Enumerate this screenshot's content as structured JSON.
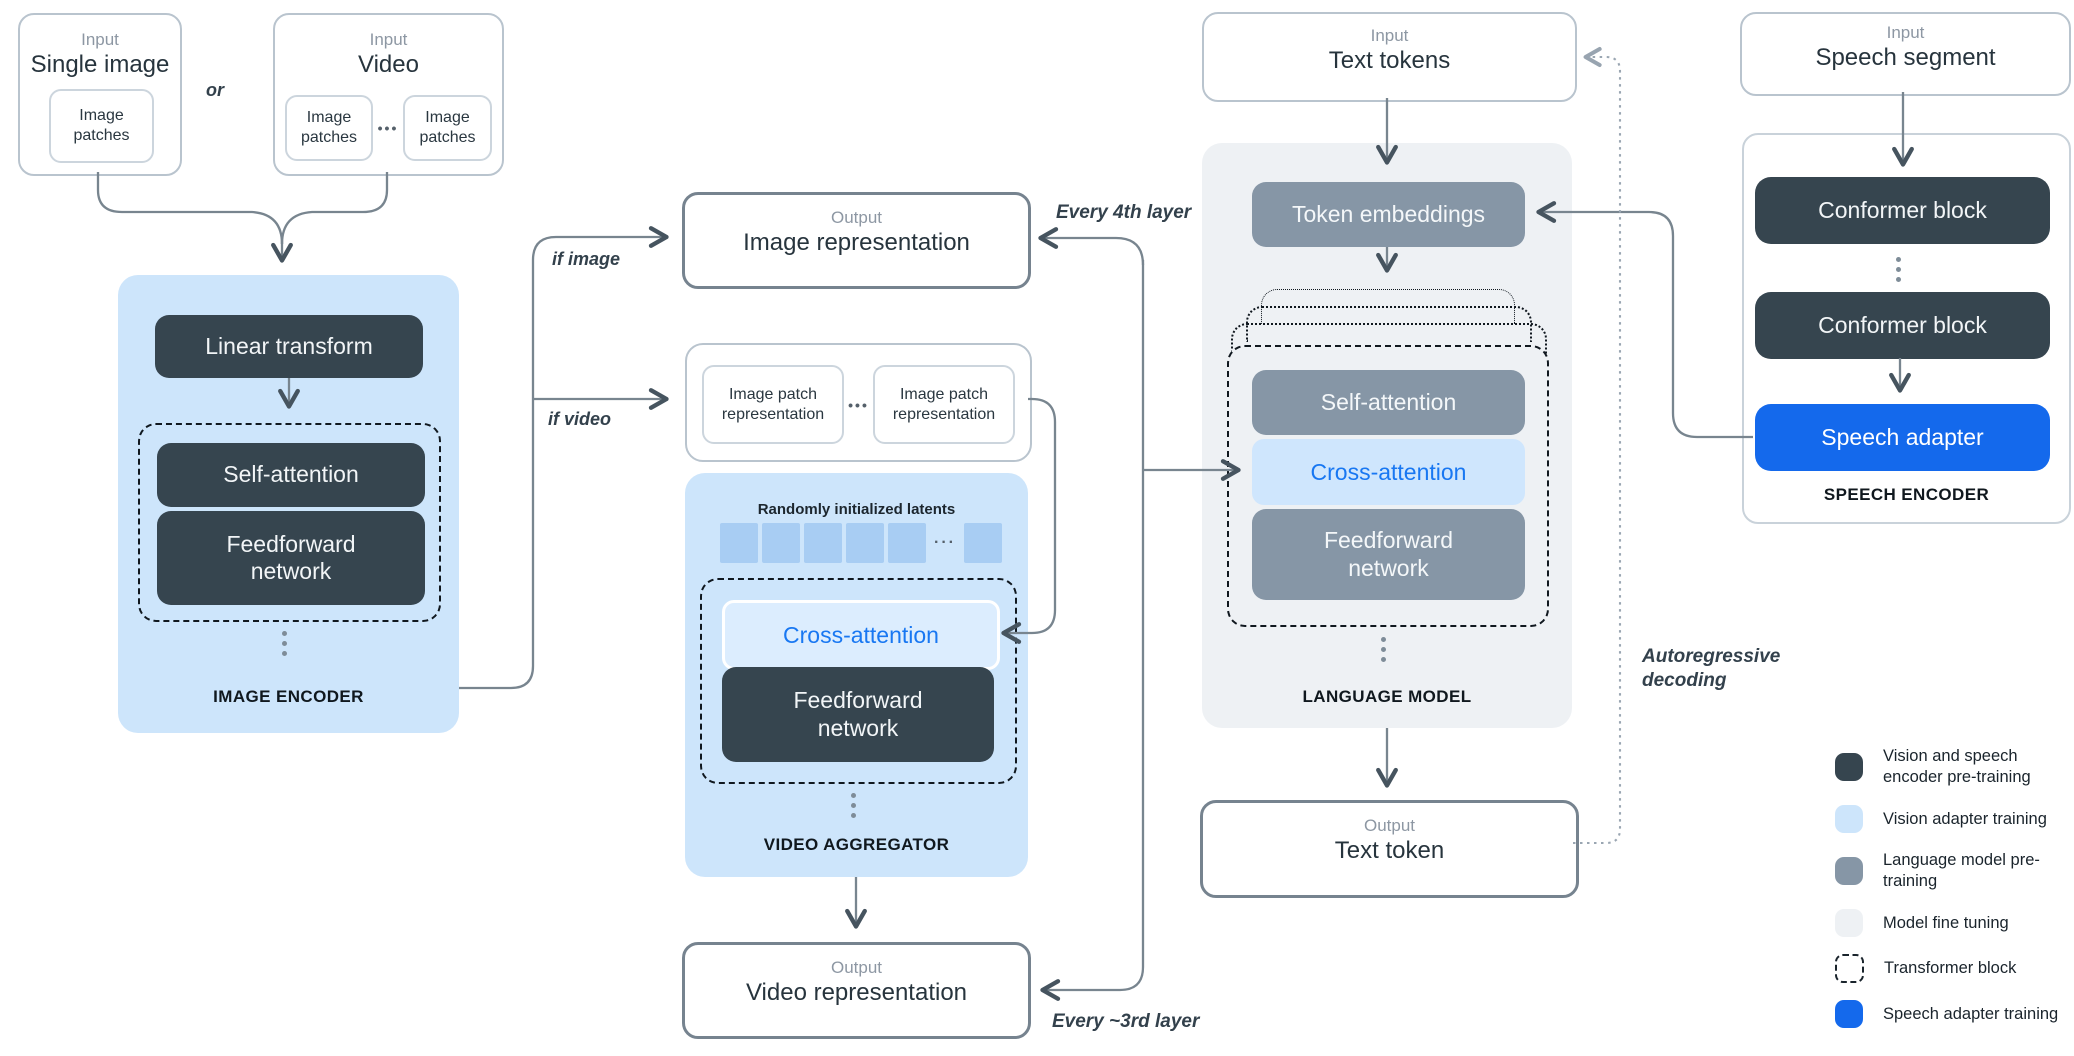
{
  "colors": {
    "encoder_dark": "#36454f",
    "language_model_gray": "#8696a6",
    "panel_blue": "#cde5fb",
    "panel_fine_tune_gray": "#eef1f4",
    "latent_blue": "#a8cdf3",
    "cross_attention_bg": "#cfe6fd",
    "speech_adapter_blue": "#1469ec",
    "blue_text": "#1877f2",
    "wire": "#78858f",
    "dotted_wire": "#9aa6b2"
  },
  "inputs": {
    "single_image": {
      "kicker": "Input",
      "title": "Single image",
      "patch": "Image patches"
    },
    "or_label": "or",
    "video": {
      "kicker": "Input",
      "title": "Video",
      "patches": [
        "Image patches",
        "Image patches"
      ],
      "ellipsis": "•••"
    },
    "text_tokens": {
      "kicker": "Input",
      "title": "Text tokens"
    },
    "speech": {
      "kicker": "Input",
      "title": "Speech segment"
    }
  },
  "image_encoder": {
    "label": "IMAGE ENCODER",
    "linear_transform": "Linear transform",
    "self_attention": "Self-attention",
    "feedforward": "Feedforward network"
  },
  "patch_representations": {
    "boxes": [
      "Image patch representation",
      "Image patch representation"
    ],
    "ellipsis": "•••"
  },
  "video_aggregator": {
    "label": "VIDEO AGGREGATOR",
    "latents_caption": "Randomly initialized latents",
    "latents_ellipsis": "···",
    "cross_attention": "Cross-attention",
    "feedforward": "Feedforward network"
  },
  "language_model": {
    "label": "LANGUAGE MODEL",
    "token_embeddings": "Token embeddings",
    "self_attention": "Self-attention",
    "cross_attention": "Cross-attention",
    "feedforward": "Feedforward network"
  },
  "speech_encoder": {
    "label": "SPEECH ENCODER",
    "conformer_1": "Conformer block",
    "conformer_2": "Conformer block",
    "adapter": "Speech adapter"
  },
  "outputs": {
    "image": {
      "kicker": "Output",
      "title": "Image representation"
    },
    "video": {
      "kicker": "Output",
      "title": "Video representation"
    },
    "text": {
      "kicker": "Output",
      "title": "Text token"
    }
  },
  "edge_labels": {
    "if_image": "if image",
    "if_video": "if video",
    "every_4th": "Every 4th layer",
    "every_3rd": "Every ~3rd layer",
    "autoregressive": "Autoregressive decoding"
  },
  "legend": {
    "items": [
      {
        "swatch": "dark",
        "label": "Vision and speech encoder pre-training"
      },
      {
        "swatch": "light-blue",
        "label": "Vision adapter training"
      },
      {
        "swatch": "gray",
        "label": "Language model pre-training"
      },
      {
        "swatch": "fine-tune",
        "label": "Model fine tuning"
      },
      {
        "swatch": "dashed",
        "label": "Transformer block"
      },
      {
        "swatch": "blue",
        "label": "Speech adapter training"
      }
    ]
  }
}
